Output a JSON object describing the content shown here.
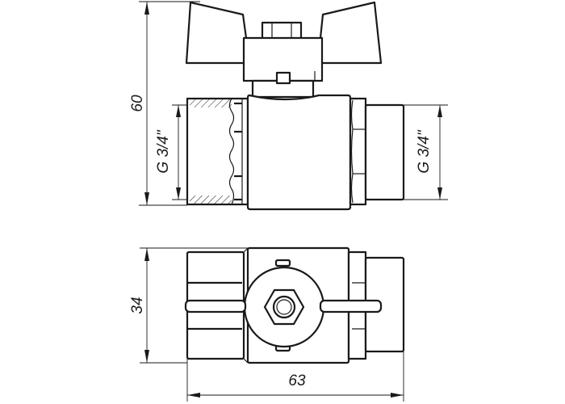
{
  "drawing": {
    "title": "Ball valve with butterfly handle, female-male",
    "dimensions": {
      "height": "60",
      "thread_left": "G 3/4\"",
      "thread_right": "G 3/4\"",
      "width": "34",
      "length": "63"
    },
    "colors": {
      "line": "#1a1a1a",
      "background": "#ffffff"
    }
  }
}
